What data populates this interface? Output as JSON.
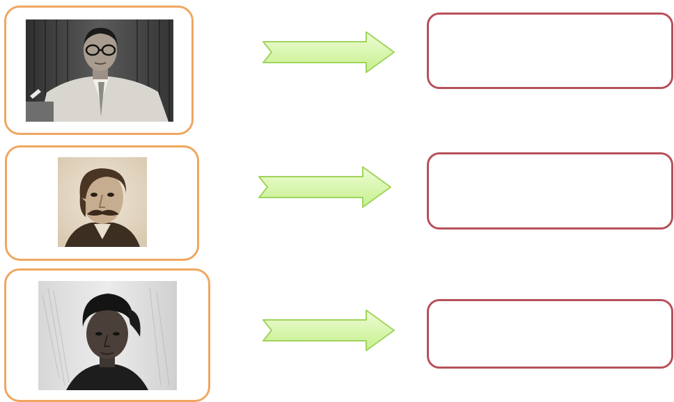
{
  "rows": [
    {
      "portrait": "portrait-man-with-glasses-in-suit",
      "answer": ""
    },
    {
      "portrait": "portrait-man-with-moustache",
      "answer": ""
    },
    {
      "portrait": "portrait-man-with-headwrap",
      "answer": ""
    }
  ],
  "colors": {
    "photo_border": "#f0a65e",
    "answer_border": "#b6505a",
    "arrow_fill_light": "#eefcd6",
    "arrow_fill_dark": "#c6f08c",
    "arrow_stroke": "#9fd45a"
  }
}
